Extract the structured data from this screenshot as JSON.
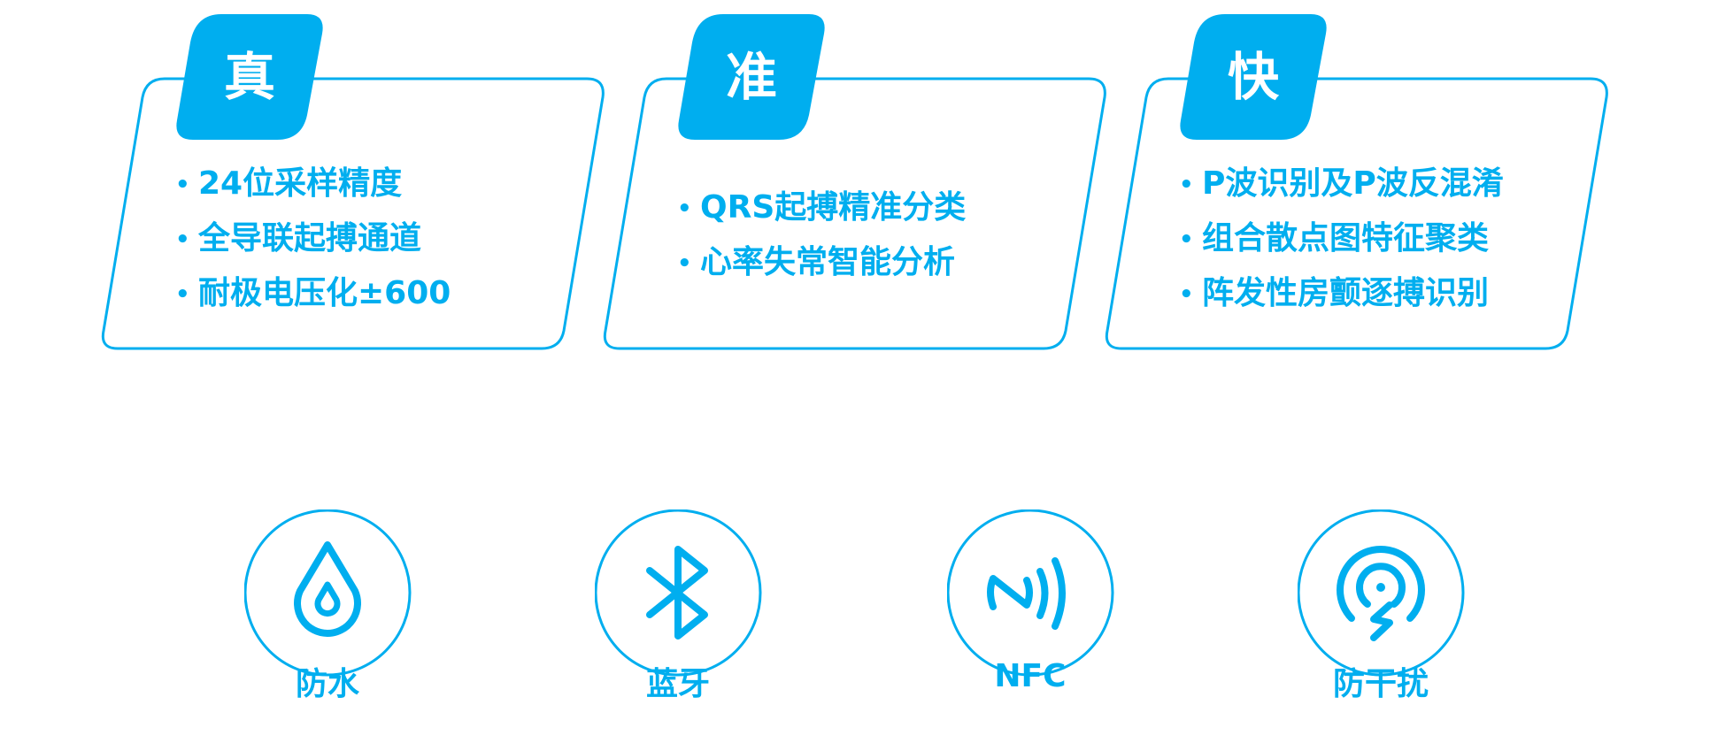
{
  "colors": {
    "accent": "#00aeef"
  },
  "cards": [
    {
      "tag": "真",
      "items": [
        "24位采样精度",
        "全导联起搏通道",
        "耐极电压化±600"
      ]
    },
    {
      "tag": "准",
      "items": [
        "QRS起搏精准分类",
        "心率失常智能分析"
      ]
    },
    {
      "tag": "快",
      "items": [
        "P波识别及P波反混淆",
        "组合散点图特征聚类",
        "阵发性房颤逐搏识别"
      ]
    }
  ],
  "features": [
    {
      "icon": "water-drop-icon",
      "label": "防水"
    },
    {
      "icon": "bluetooth-icon",
      "label": "蓝牙"
    },
    {
      "icon": "nfc-icon",
      "label": "NFC"
    },
    {
      "icon": "anti-interference-icon",
      "label": "防干扰"
    }
  ]
}
